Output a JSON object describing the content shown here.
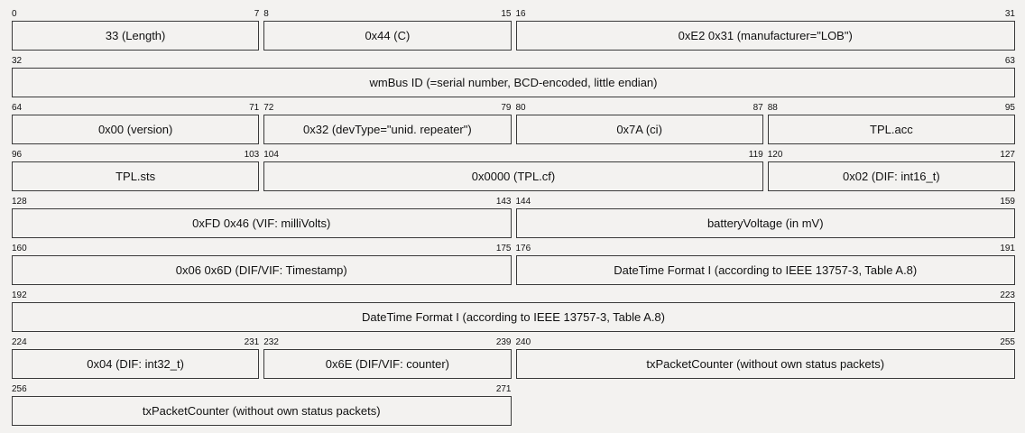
{
  "diagram": {
    "fields": [
      {
        "start": "0",
        "end": "7",
        "label": "33 (Length)"
      },
      {
        "start": "8",
        "end": "15",
        "label": "0x44 (C)"
      },
      {
        "start": "16",
        "end": "31",
        "label": "0xE2 0x31 (manufacturer=\"LOB\")"
      },
      {
        "start": "32",
        "end": "63",
        "label": "wmBus ID (=serial number, BCD-encoded, little endian)"
      },
      {
        "start": "64",
        "end": "71",
        "label": "0x00 (version)"
      },
      {
        "start": "72",
        "end": "79",
        "label": "0x32 (devType=\"unid. repeater\")"
      },
      {
        "start": "80",
        "end": "87",
        "label": "0x7A (ci)"
      },
      {
        "start": "88",
        "end": "95",
        "label": "TPL.acc"
      },
      {
        "start": "96",
        "end": "103",
        "label": "TPL.sts"
      },
      {
        "start": "104",
        "end": "119",
        "label": "0x0000 (TPL.cf)"
      },
      {
        "start": "120",
        "end": "127",
        "label": "0x02 (DIF: int16_t)"
      },
      {
        "start": "128",
        "end": "143",
        "label": "0xFD 0x46 (VIF: milliVolts)"
      },
      {
        "start": "144",
        "end": "159",
        "label": "batteryVoltage (in mV)"
      },
      {
        "start": "160",
        "end": "175",
        "label": "0x06 0x6D (DIF/VIF: Timestamp)"
      },
      {
        "start": "176",
        "end": "191",
        "label": "DateTime Format I (according to IEEE 13757-3, Table A.8)"
      },
      {
        "start": "192",
        "end": "223",
        "label": "DateTime Format I (according to IEEE 13757-3, Table A.8)"
      },
      {
        "start": "224",
        "end": "231",
        "label": "0x04 (DIF: int32_t)"
      },
      {
        "start": "232",
        "end": "239",
        "label": "0x6E (DIF/VIF: counter)"
      },
      {
        "start": "240",
        "end": "255",
        "label": "txPacketCounter (without own status packets)"
      },
      {
        "start": "256",
        "end": "271",
        "label": "txPacketCounter (without own status packets)"
      }
    ]
  }
}
